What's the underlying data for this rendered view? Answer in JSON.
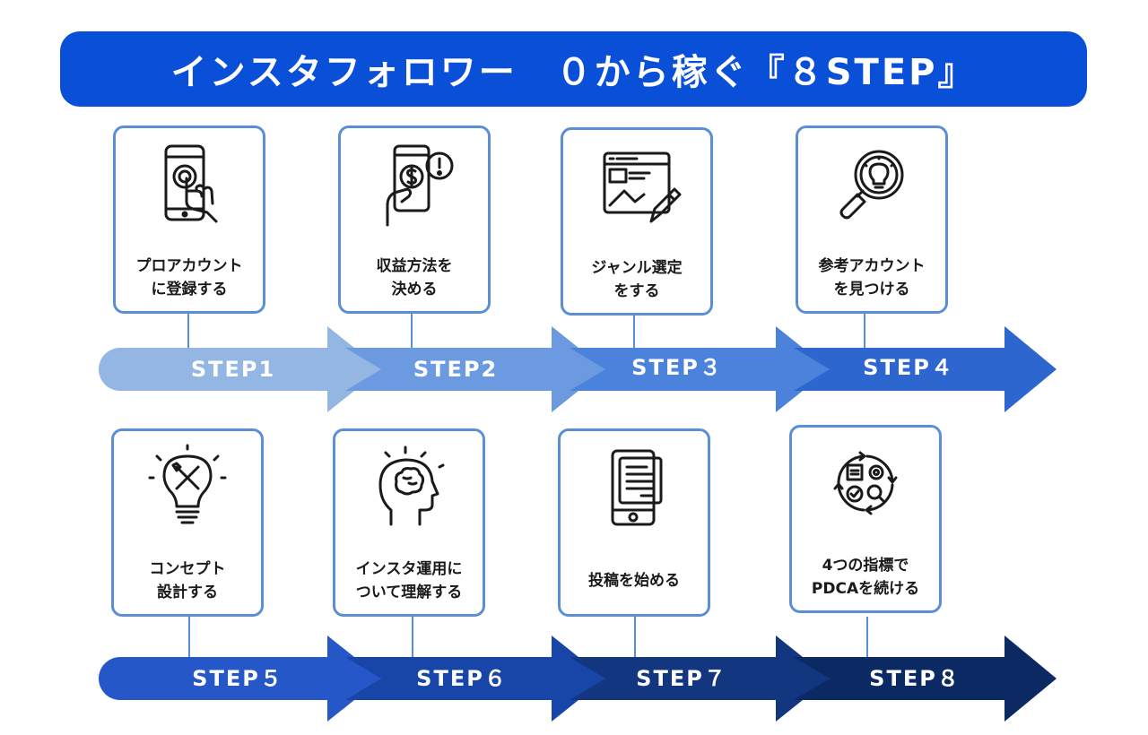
{
  "title": "インスタフォロワー　０から稼ぐ『８STEP』",
  "steps": [
    {
      "label": "STEP1",
      "line1": "プロアカウント",
      "line2": "に登録する",
      "icon": "smartphone-tap-icon",
      "color": "#93b6e3"
    },
    {
      "label": "STEP2",
      "line1": "収益方法を",
      "line2": "決める",
      "icon": "phone-dollar-alert-icon",
      "color": "#6b9ae0"
    },
    {
      "label": "STEP３",
      "line1": "ジャンル選定",
      "line2": "をする",
      "icon": "image-edit-icon",
      "color": "#4a82dc"
    },
    {
      "label": "STEP４",
      "line1": "参考アカウント",
      "line2": "を見つける",
      "icon": "search-idea-icon",
      "color": "#2d66cf"
    },
    {
      "label": "STEP５",
      "line1": "コンセプト",
      "line2": "設計する",
      "icon": "lightbulb-tools-icon",
      "color": "#2557c8"
    },
    {
      "label": "STEP６",
      "line1": "インスタ運用に",
      "line2": "ついて理解する",
      "icon": "brain-head-icon",
      "color": "#1746a8"
    },
    {
      "label": "STEP７",
      "line1": "投稿を始める",
      "line2": "",
      "icon": "tablet-document-icon",
      "color": "#12367f"
    },
    {
      "label": "STEP８",
      "line1": "4つの指標で",
      "line2": "PDCAを続ける",
      "icon": "pdca-cycle-icon",
      "color": "#0b2a63"
    }
  ]
}
